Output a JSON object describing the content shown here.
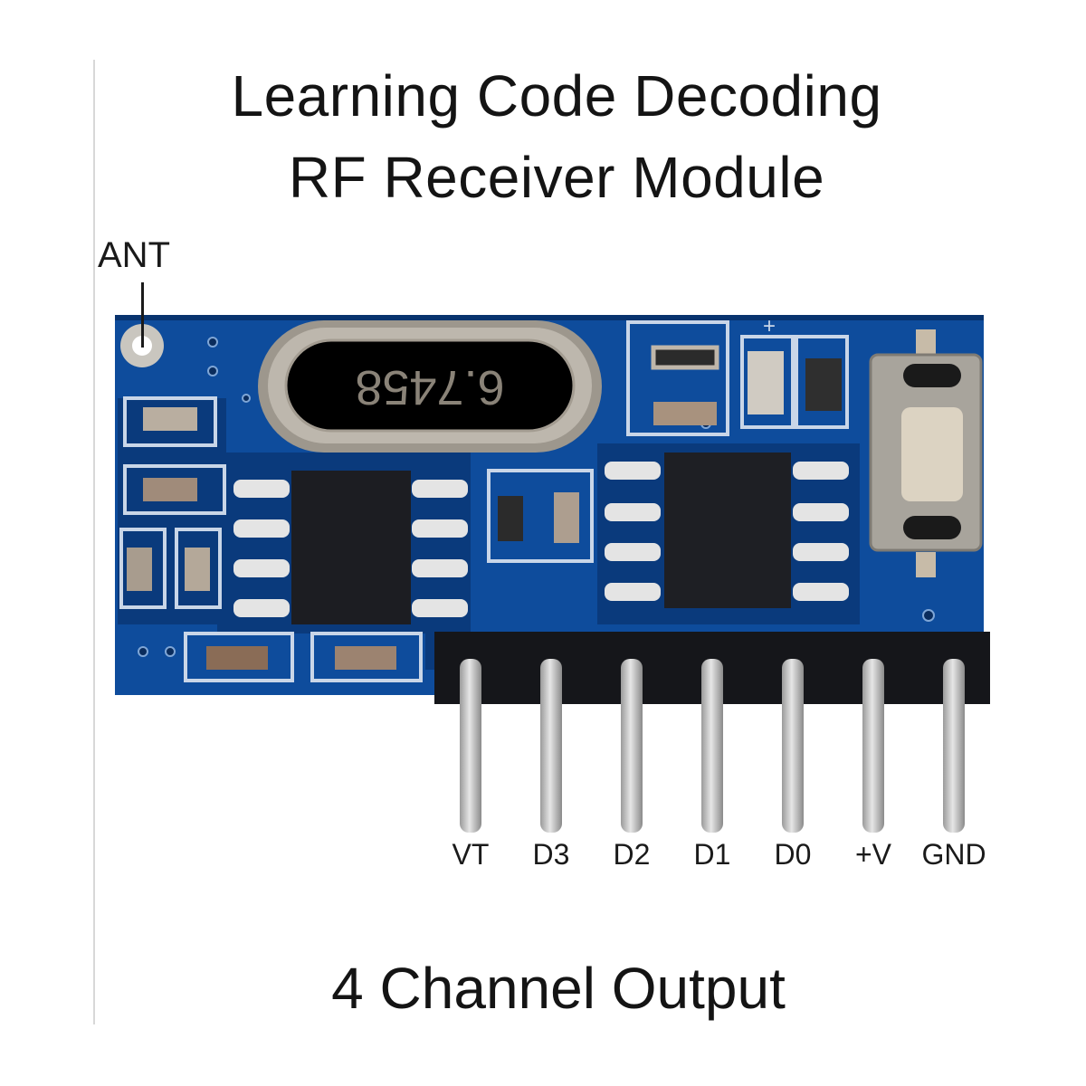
{
  "title": {
    "line1": "Learning Code Decoding",
    "line2": "RF Receiver Module"
  },
  "antenna": {
    "label": "ANT"
  },
  "crystal": {
    "marking": "6.7458"
  },
  "pins": [
    {
      "label": "VT"
    },
    {
      "label": "D3"
    },
    {
      "label": "D2"
    },
    {
      "label": "D1"
    },
    {
      "label": "D0"
    },
    {
      "label": "+V"
    },
    {
      "label": "GND"
    }
  ],
  "footer": {
    "caption": "4 Channel Output"
  },
  "colors": {
    "pcb": "#0d4a9a",
    "pcb_dark": "#062c66",
    "silkscreen": "#d8e2ee",
    "chip": "#1c1d22",
    "metal": "#b9b3a8",
    "header": "#15161a"
  }
}
